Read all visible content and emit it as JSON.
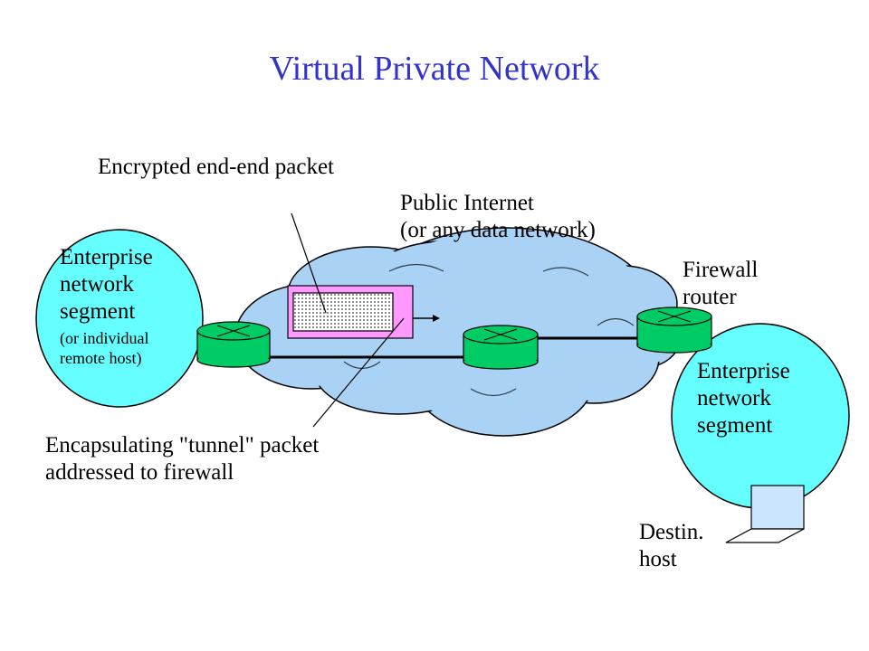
{
  "title": "Virtual Private Network",
  "labels": {
    "encrypted_packet": "Encrypted end-end packet",
    "public_internet_line1": "Public Internet",
    "public_internet_line2": "(or any data network)",
    "enterprise_left_line1": "Enterprise",
    "enterprise_left_line2": "network",
    "enterprise_left_line3": "segment",
    "enterprise_left_note1": "(or individual",
    "enterprise_left_note2": "remote host)",
    "firewall_line1": "Firewall",
    "firewall_line2": "router",
    "enterprise_right_line1": "Enterprise",
    "enterprise_right_line2": "network",
    "enterprise_right_line3": "segment",
    "tunnel_line1": "Encapsulating \"tunnel\" packet",
    "tunnel_line2": "addressed to firewall",
    "destin_line1": "Destin.",
    "destin_line2": "host"
  },
  "colors": {
    "title": "#3333cc",
    "cloud": "#a9d2f5",
    "enterprise": "#66ffff",
    "router": "#00cc66",
    "tunnel_packet": "#ff99ff",
    "host_screen": "#cce6ff"
  }
}
